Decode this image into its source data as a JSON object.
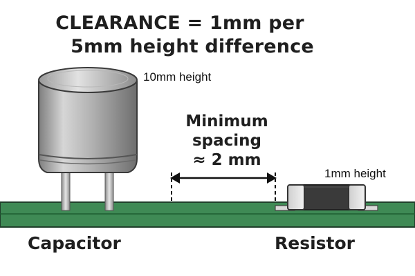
{
  "heading": {
    "line1": "CLEARANCE = 1mm per",
    "line2": "5mm height difference"
  },
  "capacitor": {
    "height_label": "10mm height",
    "name": "Capacitor"
  },
  "resistor": {
    "height_label": "1mm height",
    "name": "Resistor"
  },
  "spacing": {
    "line1": "Minimum",
    "line2": "spacing",
    "line3": "≈ 2 mm"
  },
  "colors": {
    "pcb": "#3f8a55",
    "pcb_trace": "#1e5c32",
    "capacitor_body": "#a9a9a9",
    "resistor_body": "#3a3a3a",
    "text": "#1f1f1f"
  }
}
